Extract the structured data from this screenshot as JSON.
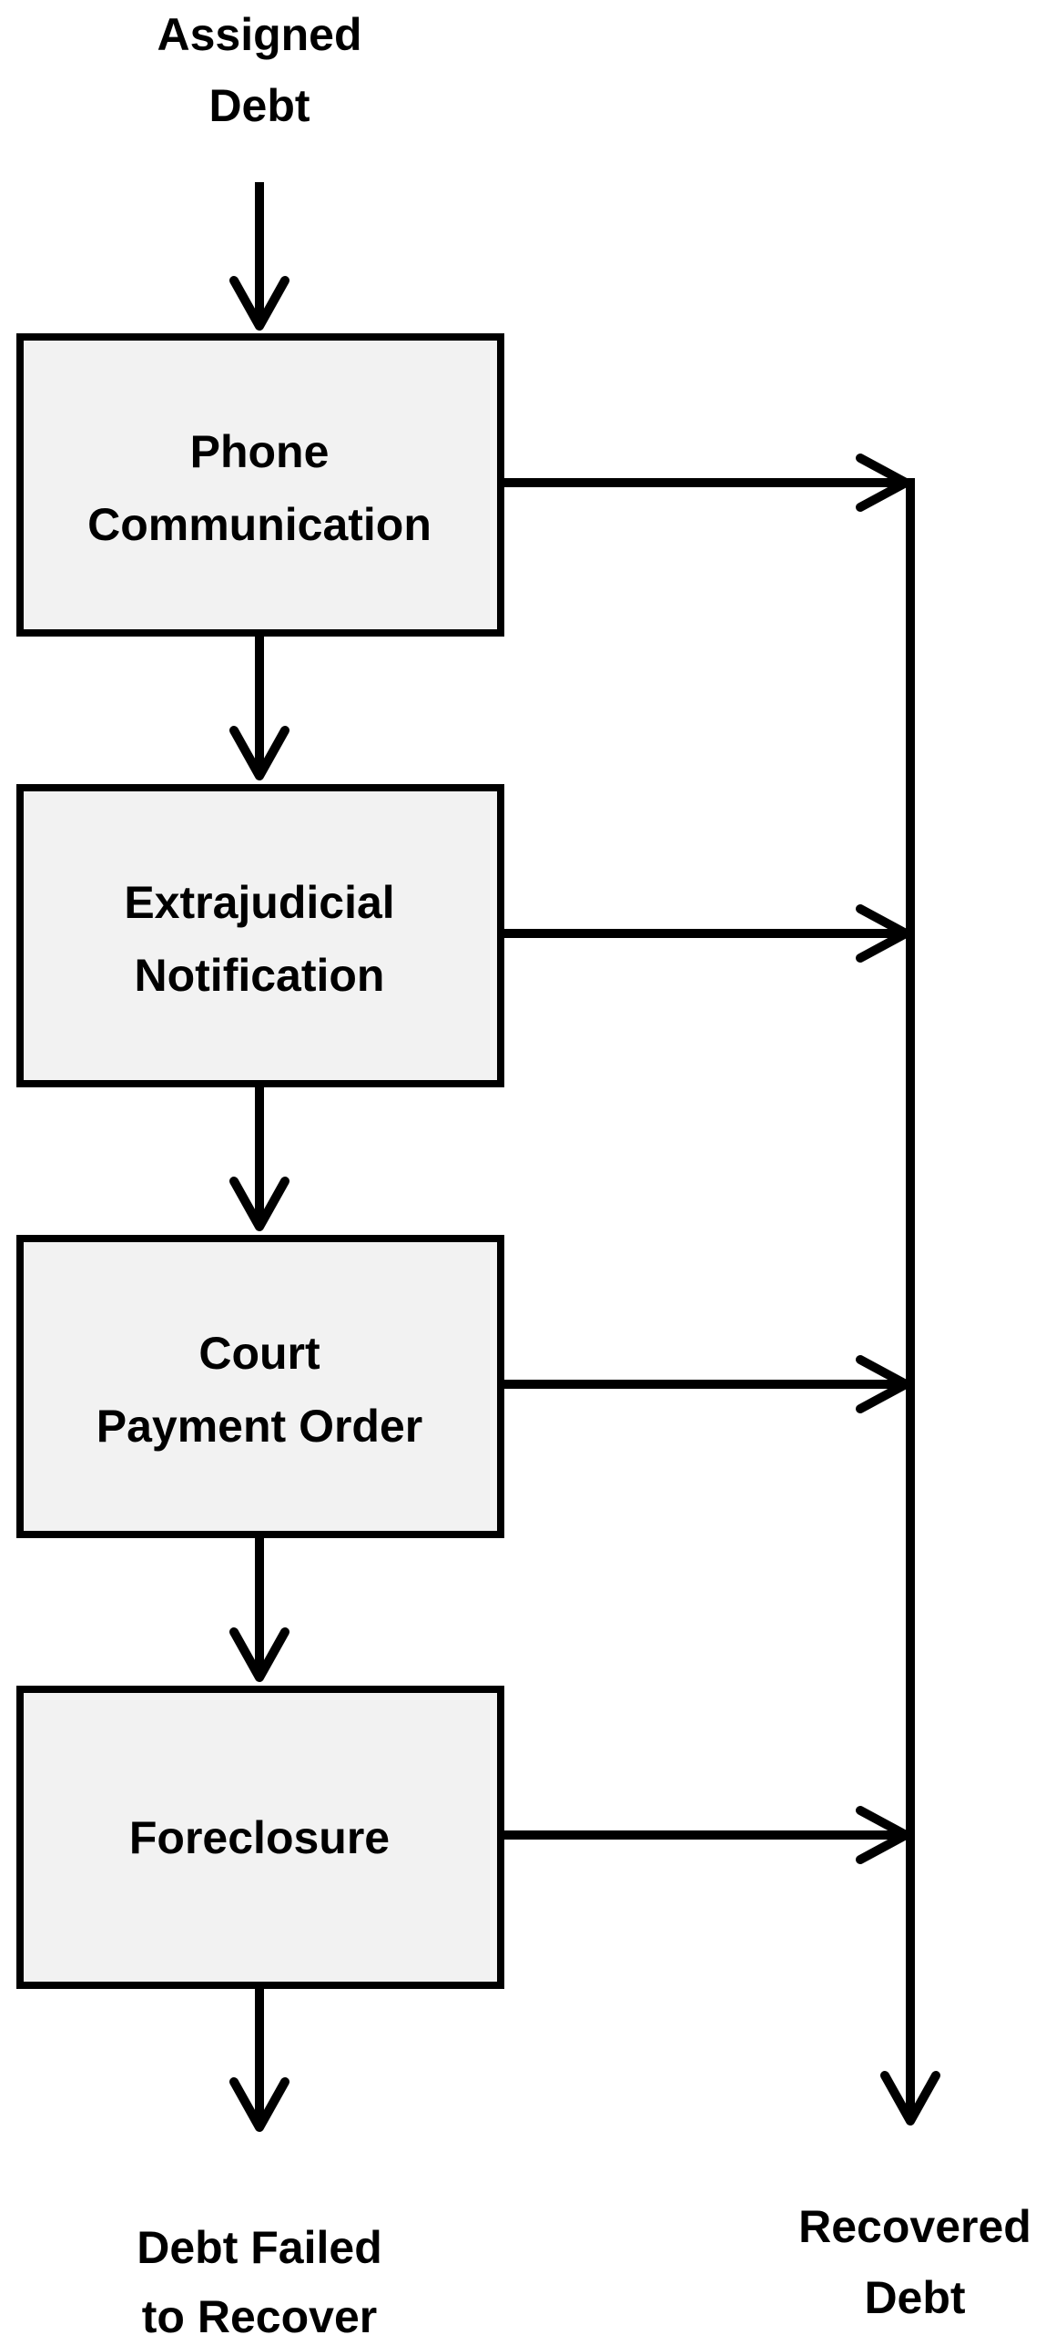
{
  "diagram": {
    "start": {
      "line1": "Assigned",
      "line2": "Debt"
    },
    "steps": [
      {
        "line1": "Phone",
        "line2": "Communication"
      },
      {
        "line1": "Extrajudicial",
        "line2": "Notification"
      },
      {
        "line1": "Court",
        "line2": "Payment Order"
      },
      {
        "line1": "Foreclosure",
        "line2": ""
      }
    ],
    "failed_outcome": {
      "line1": "Debt Failed",
      "line2": "to Recover"
    },
    "recovered_outcome": {
      "line1": "Recovered",
      "line2": "Debt"
    }
  }
}
